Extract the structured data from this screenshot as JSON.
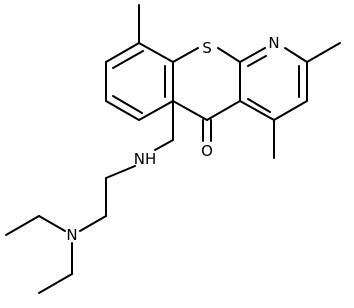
{
  "molecule": {
    "atoms": [
      {
        "symbol": "S"
      },
      {
        "symbol": "N"
      },
      {
        "symbol": "O"
      },
      {
        "symbol": "NH"
      },
      {
        "symbol": "N"
      }
    ]
  },
  "colors": {
    "bond": "#000000",
    "label": "#000000",
    "background": "#ffffff"
  }
}
